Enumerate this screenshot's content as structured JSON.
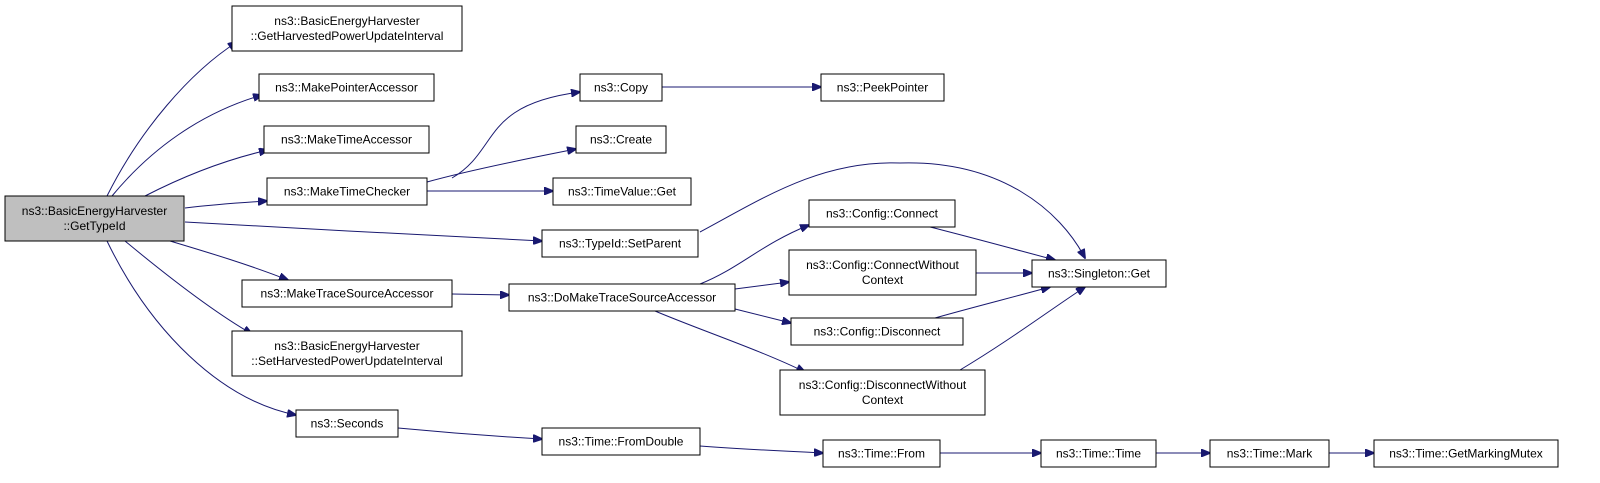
{
  "colors": {
    "edge": "#191970",
    "root_fill": "#bfbfbf",
    "node_fill": "#ffffff",
    "border": "#000000"
  },
  "nodes": [
    {
      "id": "getTypeId",
      "lines": [
        "ns3::BasicEnergyHarvester",
        "::GetTypeId"
      ],
      "root": true
    },
    {
      "id": "getInterval",
      "lines": [
        "ns3::BasicEnergyHarvester",
        "::GetHarvestedPowerUpdateInterval"
      ]
    },
    {
      "id": "makePointerAccessor",
      "lines": [
        "ns3::MakePointerAccessor"
      ]
    },
    {
      "id": "makeTimeAccessor",
      "lines": [
        "ns3::MakeTimeAccessor"
      ]
    },
    {
      "id": "makeTimeChecker",
      "lines": [
        "ns3::MakeTimeChecker"
      ]
    },
    {
      "id": "makeTraceSourceAccessor",
      "lines": [
        "ns3::MakeTraceSourceAccessor"
      ]
    },
    {
      "id": "setInterval",
      "lines": [
        "ns3::BasicEnergyHarvester",
        "::SetHarvestedPowerUpdateInterval"
      ]
    },
    {
      "id": "seconds",
      "lines": [
        "ns3::Seconds"
      ]
    },
    {
      "id": "copy",
      "lines": [
        "ns3::Copy"
      ]
    },
    {
      "id": "create",
      "lines": [
        "ns3::Create"
      ]
    },
    {
      "id": "timeValueGet",
      "lines": [
        "ns3::TimeValue::Get"
      ]
    },
    {
      "id": "setParent",
      "lines": [
        "ns3::TypeId::SetParent"
      ]
    },
    {
      "id": "doMakeTraceSourceAccessor",
      "lines": [
        "ns3::DoMakeTraceSourceAccessor"
      ]
    },
    {
      "id": "fromDouble",
      "lines": [
        "ns3::Time::FromDouble"
      ]
    },
    {
      "id": "peekPointer",
      "lines": [
        "ns3::PeekPointer"
      ]
    },
    {
      "id": "configConnect",
      "lines": [
        "ns3::Config::Connect"
      ]
    },
    {
      "id": "configConnectWithoutContext",
      "lines": [
        "ns3::Config::ConnectWithout",
        "Context"
      ]
    },
    {
      "id": "configDisconnect",
      "lines": [
        "ns3::Config::Disconnect"
      ]
    },
    {
      "id": "configDisconnectWithoutContext",
      "lines": [
        "ns3::Config::DisconnectWithout",
        "Context"
      ]
    },
    {
      "id": "singletonGet",
      "lines": [
        "ns3::Singleton::Get"
      ]
    },
    {
      "id": "timeFrom",
      "lines": [
        "ns3::Time::From"
      ]
    },
    {
      "id": "timeTime",
      "lines": [
        "ns3::Time::Time"
      ]
    },
    {
      "id": "timeMark",
      "lines": [
        "ns3::Time::Mark"
      ]
    },
    {
      "id": "getMarkingMutex",
      "lines": [
        "ns3::Time::GetMarkingMutex"
      ]
    }
  ],
  "edges": [
    {
      "from": "getTypeId",
      "to": "getInterval"
    },
    {
      "from": "getTypeId",
      "to": "makePointerAccessor"
    },
    {
      "from": "getTypeId",
      "to": "makeTimeAccessor"
    },
    {
      "from": "getTypeId",
      "to": "makeTimeChecker"
    },
    {
      "from": "getTypeId",
      "to": "setParent"
    },
    {
      "from": "getTypeId",
      "to": "makeTraceSourceAccessor"
    },
    {
      "from": "getTypeId",
      "to": "setInterval"
    },
    {
      "from": "getTypeId",
      "to": "seconds"
    },
    {
      "from": "makeTimeChecker",
      "to": "copy"
    },
    {
      "from": "makeTimeChecker",
      "to": "create"
    },
    {
      "from": "makeTimeChecker",
      "to": "timeValueGet"
    },
    {
      "from": "copy",
      "to": "peekPointer"
    },
    {
      "from": "setParent",
      "to": "singletonGet"
    },
    {
      "from": "makeTraceSourceAccessor",
      "to": "doMakeTraceSourceAccessor"
    },
    {
      "from": "doMakeTraceSourceAccessor",
      "to": "configConnect"
    },
    {
      "from": "doMakeTraceSourceAccessor",
      "to": "configConnectWithoutContext"
    },
    {
      "from": "doMakeTraceSourceAccessor",
      "to": "configDisconnect"
    },
    {
      "from": "doMakeTraceSourceAccessor",
      "to": "configDisconnectWithoutContext"
    },
    {
      "from": "configConnect",
      "to": "singletonGet"
    },
    {
      "from": "configConnectWithoutContext",
      "to": "singletonGet"
    },
    {
      "from": "configDisconnect",
      "to": "singletonGet"
    },
    {
      "from": "configDisconnectWithoutContext",
      "to": "singletonGet"
    },
    {
      "from": "seconds",
      "to": "fromDouble"
    },
    {
      "from": "fromDouble",
      "to": "timeFrom"
    },
    {
      "from": "timeFrom",
      "to": "timeTime"
    },
    {
      "from": "timeTime",
      "to": "timeMark"
    },
    {
      "from": "timeMark",
      "to": "getMarkingMutex"
    }
  ]
}
